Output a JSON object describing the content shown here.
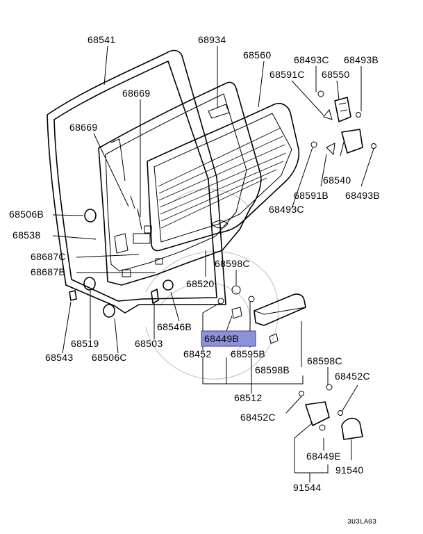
{
  "labels": {
    "p68541": "68541",
    "p68934": "68934",
    "p68560": "68560",
    "p68493c_top": "68493C",
    "p68493b_top": "68493B",
    "p68591c": "68591C",
    "p68550": "68550",
    "p68669_a": "68669",
    "p68669_b": "68669",
    "p68540": "68540",
    "p68591b": "68591B",
    "p68493b_mid": "68493B",
    "p68493c_mid": "68493C",
    "p68506b": "68506B",
    "p68538": "68538",
    "p68687c": "68687C",
    "p68687b": "68687B",
    "p68598c_top": "68598C",
    "p68520": "68520",
    "p68546b": "68546B",
    "p68449b": "68449B",
    "p68519": "68519",
    "p68503": "68503",
    "p68452_mid": "68452",
    "p68595b": "68595B",
    "p68543": "68543",
    "p68506c": "68506C",
    "p68598b": "68598B",
    "p68598c_low": "68598C",
    "p68452c_right": "68452C",
    "p68512": "68512",
    "p68452c_left": "68452C",
    "p68449e": "68449E",
    "p91540": "91540",
    "p91544": "91544"
  },
  "highlight_part": "68449B",
  "highlight_color": "#8c91d8",
  "diagram_code": "3U3LA03"
}
